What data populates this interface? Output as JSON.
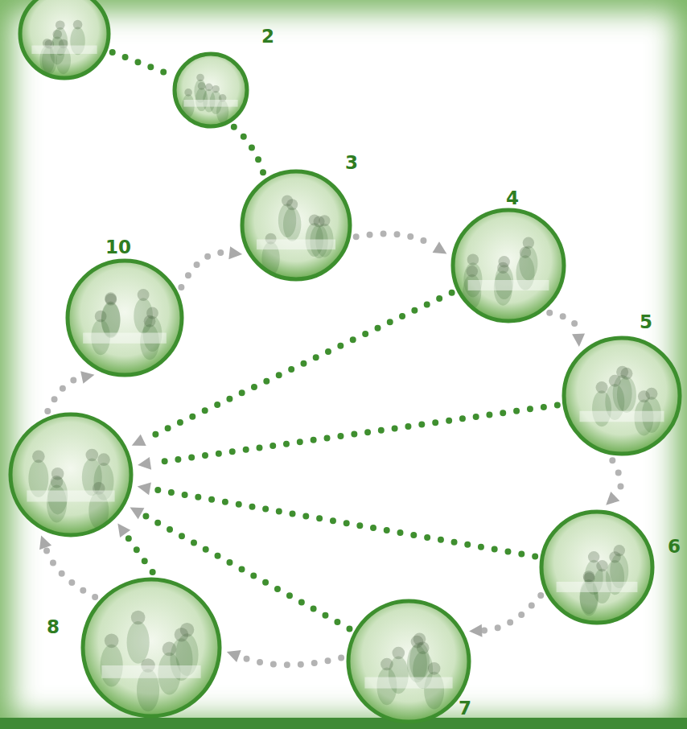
{
  "diagram": {
    "nodes": [
      {
        "text": []
      },
      {
        "text": [
          "2"
        ]
      },
      {
        "text": [
          "3"
        ]
      },
      {
        "text": [
          "4"
        ]
      },
      {
        "text": [
          "5"
        ]
      },
      {
        "text": [
          "6"
        ]
      },
      {
        "text": [
          "7"
        ]
      },
      {
        "text": [
          "8"
        ]
      },
      {
        "text": []
      },
      {
        "text": [
          "10"
        ]
      }
    ],
    "edges": [
      {
        "from": 0,
        "to": 1,
        "arrow": "none"
      },
      {
        "from": 1,
        "to": 2,
        "arrow": "none"
      },
      {
        "from": 2,
        "to": 3,
        "arrow": "to"
      },
      {
        "from": 3,
        "to": 4,
        "arrow": "to"
      },
      {
        "from": 4,
        "to": 5,
        "arrow": "to"
      },
      {
        "from": 5,
        "to": 6,
        "arrow": "to"
      },
      {
        "from": 6,
        "to": 7,
        "arrow": "to"
      },
      {
        "from": 7,
        "to": 8,
        "arrow": "to"
      },
      {
        "from": 8,
        "to": 9,
        "arrow": "to"
      },
      {
        "from": 9,
        "to": 2,
        "arrow": "to"
      },
      {
        "from": 3,
        "to": 8,
        "arrow": "to"
      },
      {
        "from": 4,
        "to": 8,
        "arrow": "to"
      },
      {
        "from": 5,
        "to": 8,
        "arrow": "to"
      },
      {
        "from": 6,
        "to": 8,
        "arrow": "to"
      },
      {
        "from": 7,
        "to": 8,
        "arrow": "to"
      }
    ]
  }
}
